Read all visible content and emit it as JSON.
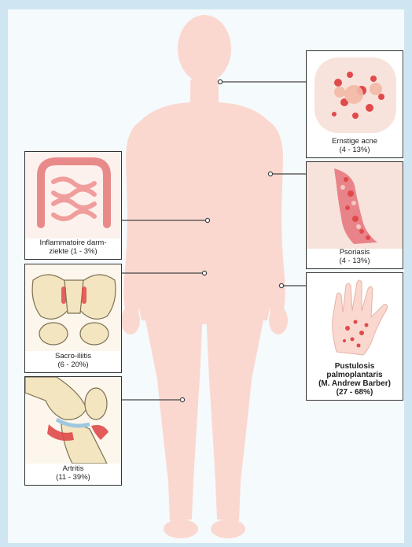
{
  "colors": {
    "frame": "#cfe6f2",
    "background": "#f5fafd",
    "body": "#fbd8cf",
    "tissue": "#f0b1a3",
    "lesion": "#e04a4a",
    "bone": "#f3e5c0",
    "boneStroke": "#7c7254",
    "line": "#444444"
  },
  "panels": {
    "acne": {
      "label": "Ernstige acne",
      "pct": "(4 - 13%)"
    },
    "psoriasis": {
      "label": "Psoriasis",
      "pct": "(4 - 13%)"
    },
    "ibd": {
      "label": "Inflammatoire darm-",
      "label2": "ziekte",
      "pct": "(1 - 3%)"
    },
    "sacro": {
      "label": "Sacro-iliitis",
      "pct": "(6 - 20%)"
    },
    "pustulosis": {
      "label": "Pustulosis",
      "label2": "palmoplantaris",
      "label3": "(M. Andrew Barber)",
      "pct": "(27 - 68%)"
    },
    "artritis": {
      "label": "Artritis",
      "pct": "(11 - 39%)"
    }
  }
}
